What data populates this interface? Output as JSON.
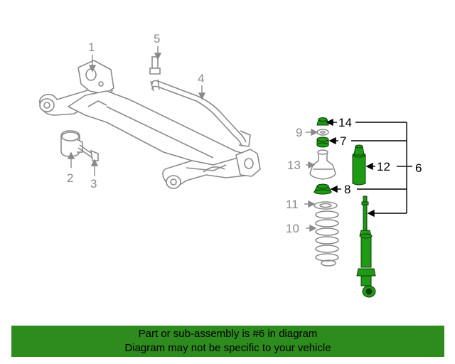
{
  "callouts": {
    "c1": "1",
    "c2": "2",
    "c3": "3",
    "c4": "4",
    "c5": "5",
    "c6": "6",
    "c7": "7",
    "c8": "8",
    "c9": "9",
    "c10": "10",
    "c11": "11",
    "c12": "12",
    "c13": "13",
    "c14": "14"
  },
  "highlighted_part": "6",
  "colors": {
    "highlight_green": "#1f9a14",
    "footer_green": "#2e8b1e",
    "line_gray": "#8a8a8a",
    "callout_black": "#000000"
  },
  "footer": {
    "line1": "Part or sub-assembly is #6 in diagram",
    "line2": "Diagram may not be specific to your vehicle"
  }
}
